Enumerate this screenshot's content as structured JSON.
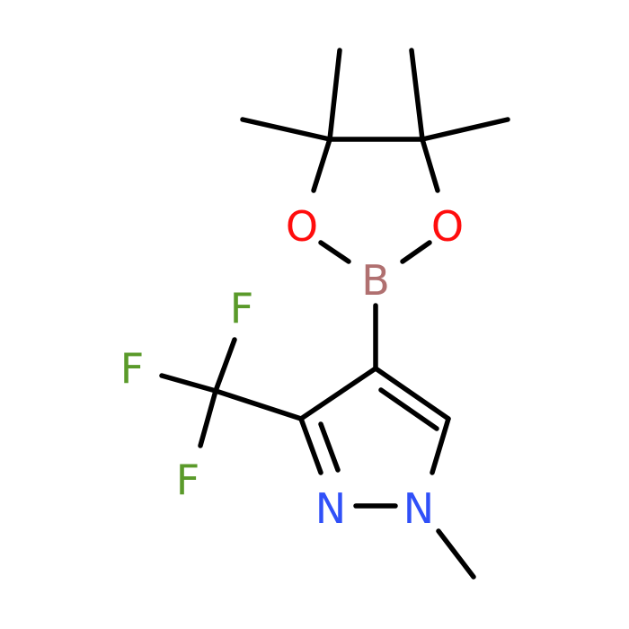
{
  "molecule": {
    "atoms": {
      "o_left": "O",
      "o_right": "O",
      "boron": "B",
      "n_left": "N",
      "n_right": "N",
      "f_top": "F",
      "f_left": "F",
      "f_bottom": "F"
    },
    "colors": {
      "oxygen": "#ff0d0d",
      "boron": "#b07070",
      "nitrogen": "#3050f8",
      "fluorine": "#5a9a2a",
      "bond": "#000000"
    }
  }
}
